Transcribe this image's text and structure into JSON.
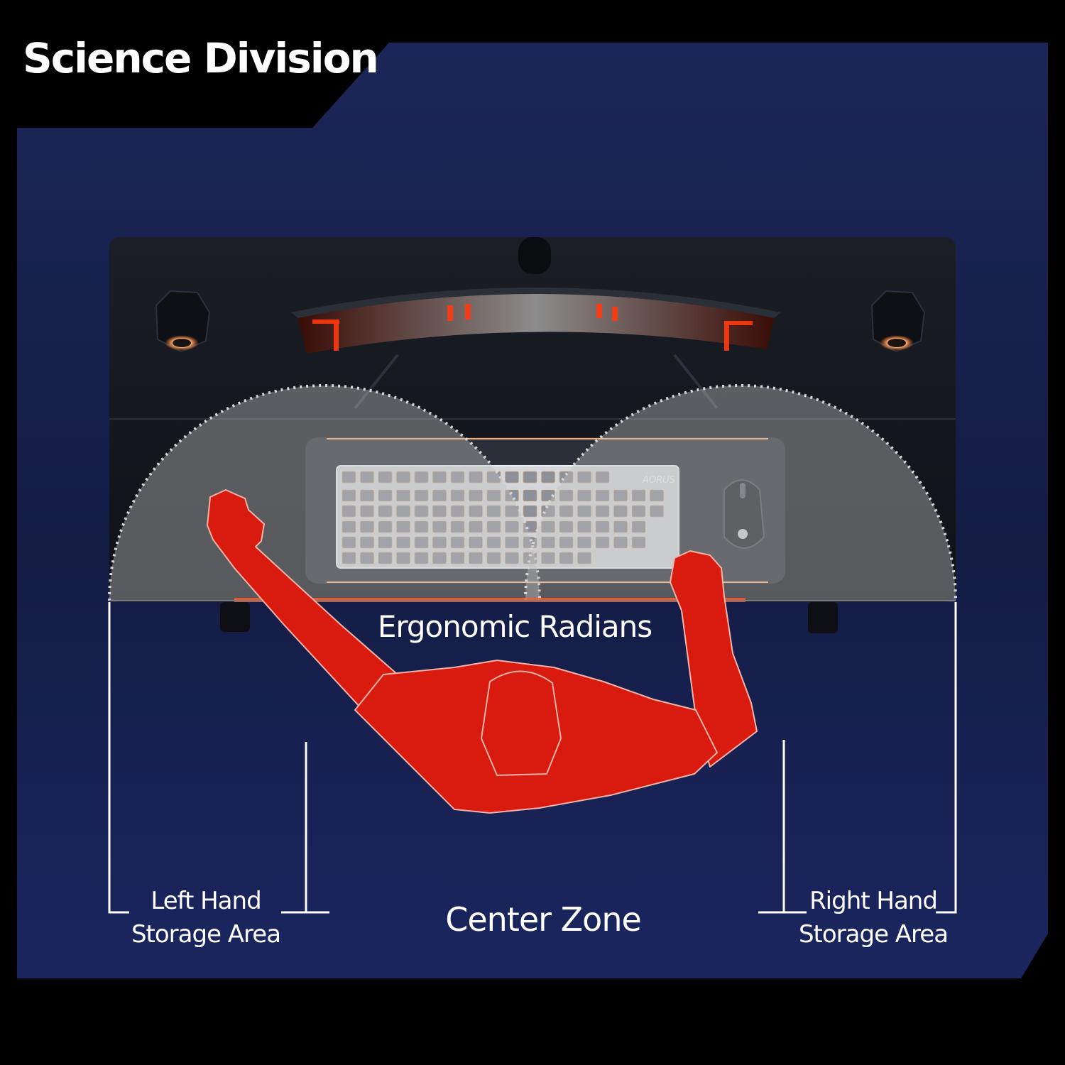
{
  "header": {
    "title": "Science Division"
  },
  "labels": {
    "ergonomic": "Ergonomic Radians",
    "left_area": [
      "Left Hand",
      "Storage Area"
    ],
    "right_area": [
      "Right Hand",
      "Storage Area"
    ],
    "center": "Center Zone"
  },
  "keyboard_brand": "AORUS",
  "colors": {
    "background_outer": "#000000",
    "panel": "#16204a",
    "panel_edge": "#1e2a62",
    "desk": "#141820",
    "figure": "#d81b0e",
    "accent_glow": "#ff5a2a",
    "radius_zone": "#bfbfbf",
    "bracket_lines": "#ffffff"
  }
}
